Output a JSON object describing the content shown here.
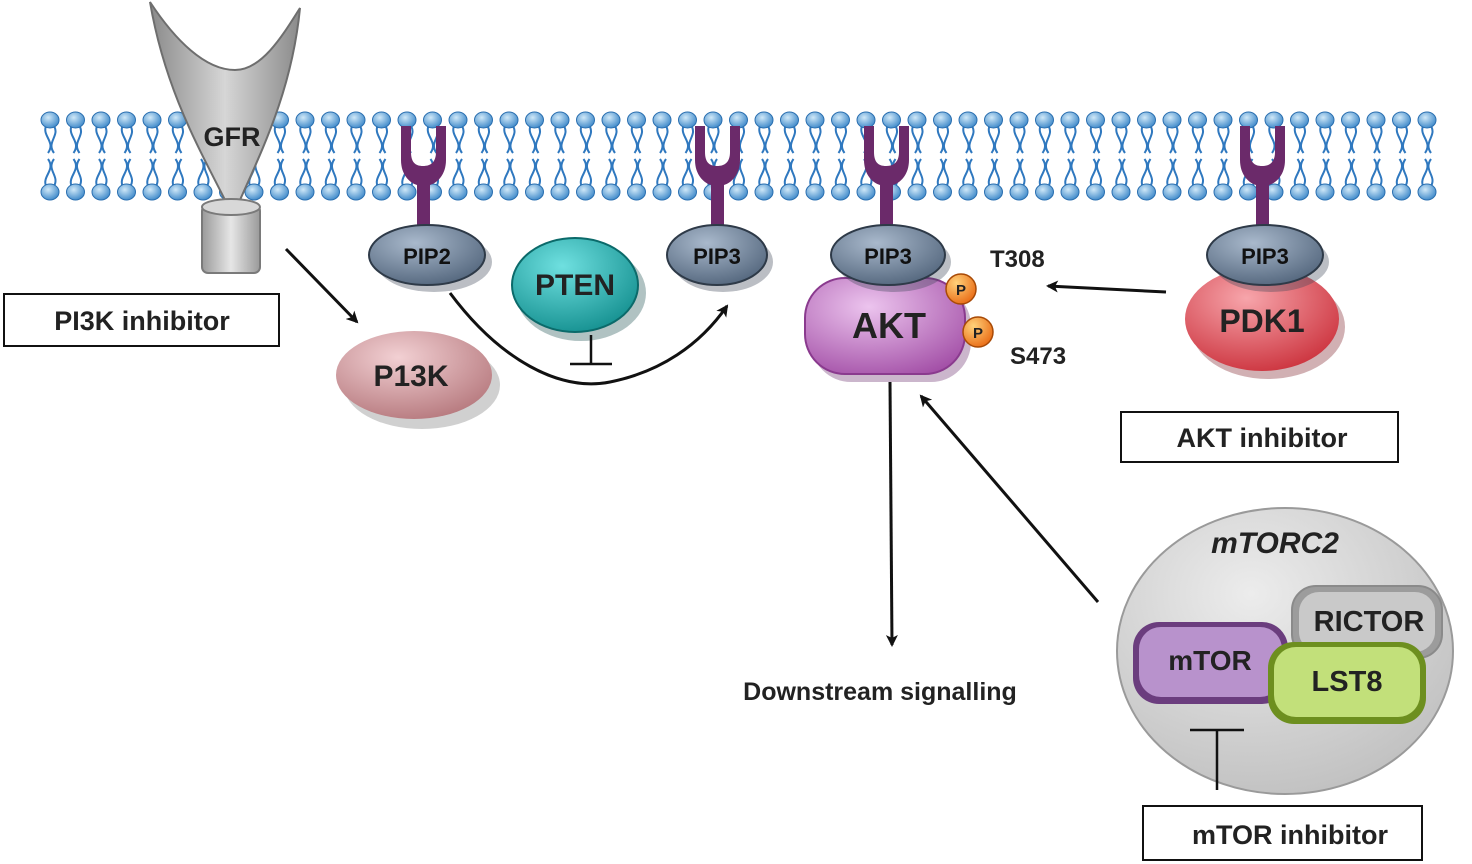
{
  "colors": {
    "membrane": "#3a86c8",
    "membrane_head_light": "#9fd0ef",
    "receptor_purple": "#6b2a6a",
    "pip": "#5c7189",
    "pten": "#1aa3a3",
    "p13k": "#c48a8e",
    "akt": "#b765b8",
    "pdk1": "#d9414b",
    "phospho": "#f08a1c",
    "mtorc2_bg": "#cfcfcf",
    "mtor": "#a97fc0",
    "rictor": "#bdbdbd",
    "lst8": "#a7d14a"
  },
  "labels": {
    "gfr": "GFR",
    "pip2": "PIP2",
    "pip3_a": "PIP3",
    "pip3_akt": "PIP3",
    "pip3_pdk1": "PIP3",
    "pten": "PTEN",
    "p13k": "P13K",
    "akt": "AKT",
    "pdk1": "PDK1",
    "phospho_1": "P",
    "phospho_2": "P",
    "t308": "T308",
    "s473": "S473",
    "downstream": "Downstream signalling",
    "mtorc2": "mTORC2",
    "mtor": "mTOR",
    "rictor": "RICTOR",
    "lst8": "LST8"
  },
  "inhibitors": {
    "pi3k": "PI3K inhibitor",
    "akt": "AKT inhibitor",
    "mtor": "mTOR inhibitor"
  }
}
